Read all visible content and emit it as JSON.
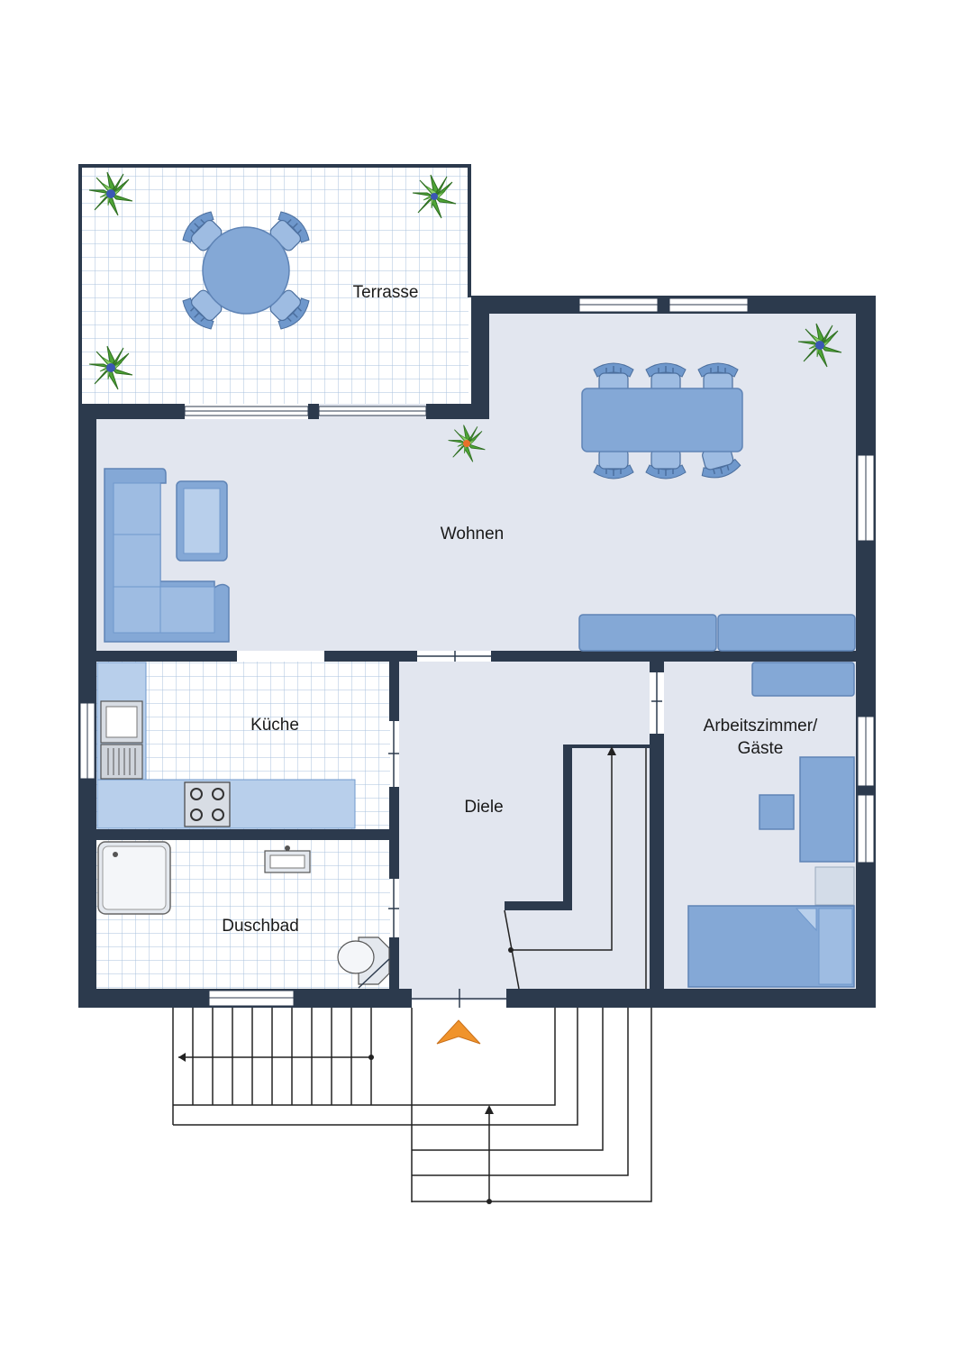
{
  "rooms": {
    "terrasse": "Terrasse",
    "wohnen": "Wohnen",
    "kueche": "Küche",
    "diele": "Diele",
    "arbeitszimmer_line1": "Arbeitszimmer/",
    "arbeitszimmer_line2": "Gäste",
    "duschbad": "Duschbad"
  },
  "colors": {
    "wall": "#2c3a4d",
    "floor": "#e2e6ef",
    "tile_floor": "#ffffff",
    "tile_grid": "#a9c2de",
    "furniture": "#84a8d6",
    "furniture_stroke": "#5f84b6",
    "entry_arrow": "#f0932b",
    "plant_green": "#4fa536"
  },
  "icons": {
    "entry": "entry-arrow-icon",
    "plant": "plant-icon"
  }
}
